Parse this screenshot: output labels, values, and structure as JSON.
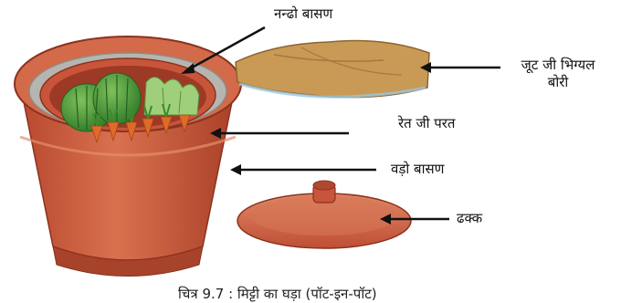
{
  "labels": {
    "small_pot": "नन्ढो बासण",
    "jute_sack_line1": "जूट जी भिग्यल",
    "jute_sack_line2": "बोरी",
    "sand_layer": "रेत जी परत",
    "big_pot": "वड़ो बासण",
    "lid": "ढक्क"
  },
  "caption": "चित्र 9.7 : मिट्टी का घड़ा (पॉट-इन-पॉट)",
  "colors": {
    "terracotta": "#c8553a",
    "terracotta_dark": "#9c3a26",
    "sand": "#b7b5b0",
    "jute": "#c99a55",
    "vegetable_green": "#4f9a3a",
    "carrot": "#e06a28"
  }
}
